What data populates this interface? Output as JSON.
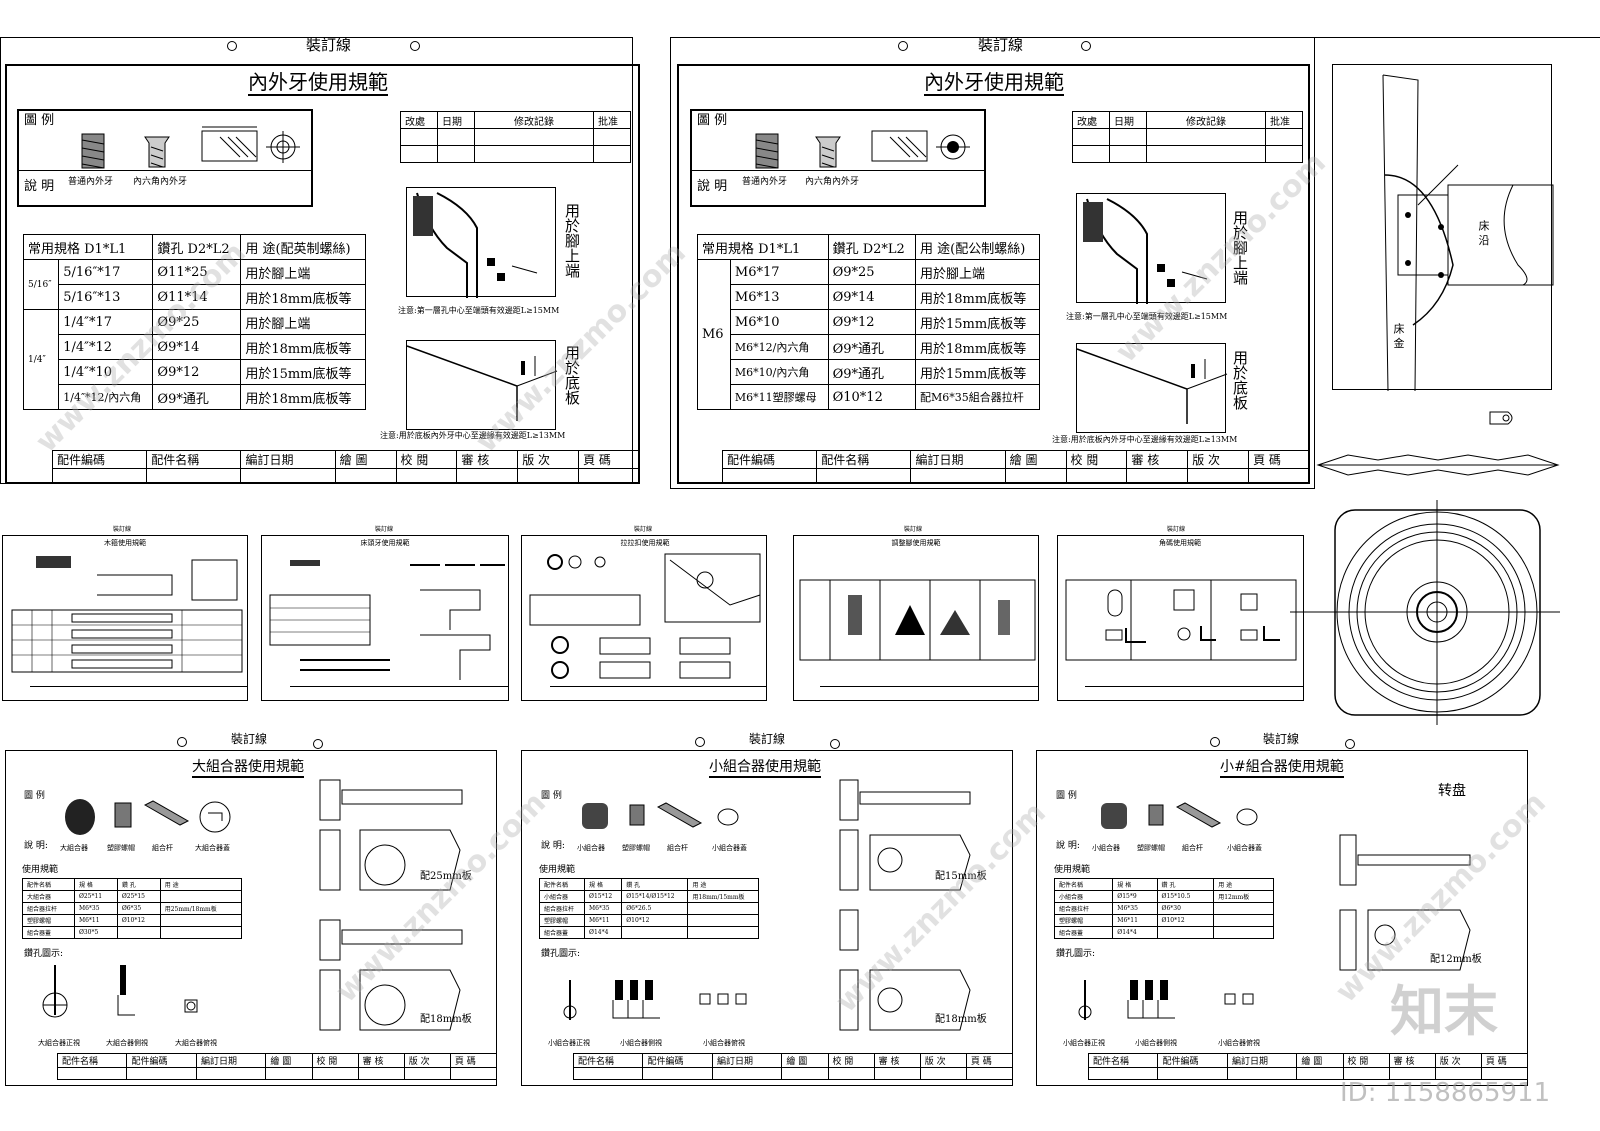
{
  "sheet1": {
    "binding_line": "裝訂線",
    "title": "內外牙使用規範",
    "legend_label": "圖 例",
    "desc_label": "說 明",
    "legend_item1": "普通內外牙",
    "legend_item2": "內六角內外牙",
    "rev_headers": [
      "改處",
      "日期",
      "修改記錄",
      "批准"
    ],
    "table_headers": [
      "常用規格 D1*L1",
      "鑽孔 D2*L2",
      "用 途(配英制螺絲)"
    ],
    "group1": "5/16″",
    "group2": "1/4″",
    "rows": [
      [
        "5/16″*17",
        "Ø11*25",
        "用於腳上端"
      ],
      [
        "5/16″*13",
        "Ø11*14",
        "用於18mm底板等"
      ],
      [
        "1/4″*17",
        "Ø9*25",
        "用於腳上端"
      ],
      [
        "1/4″*12",
        "Ø9*14",
        "用於18mm底板等"
      ],
      [
        "1/4″*10",
        "Ø9*12",
        "用於15mm底板等"
      ],
      [
        "1/4″*12/內六角",
        "Ø9*通孔",
        "用於18mm底板等"
      ]
    ],
    "side_label1": "用於腳上端",
    "side_label2": "用於底板",
    "note1": "注意:第一層孔中心至端頭有效邊距L≥15MM",
    "note2": "注意:用於底板內外牙中心至邊緣有效邊距L≥13MM",
    "footer": [
      "配件編碼",
      "配件名稱",
      "編訂日期",
      "繪 圖",
      "校 閱",
      "審 核",
      "版 次",
      "頁 碼"
    ]
  },
  "sheet2": {
    "binding_line": "裝訂線",
    "title": "內外牙使用規範",
    "legend_label": "圖 例",
    "desc_label": "說 明",
    "legend_item1": "普通內外牙",
    "legend_item2": "內六角內外牙",
    "rev_headers": [
      "改處",
      "日期",
      "修改記錄",
      "批准"
    ],
    "table_headers": [
      "常用規格 D1*L1",
      "鑽孔 D2*L2",
      "用 途(配公制螺絲)"
    ],
    "group": "M6",
    "rows": [
      [
        "M6*17",
        "Ø9*25",
        "用於腳上端"
      ],
      [
        "M6*13",
        "Ø9*14",
        "用於18mm底板等"
      ],
      [
        "M6*10",
        "Ø9*12",
        "用於15mm底板等"
      ],
      [
        "M6*12/內六角",
        "Ø9*通孔",
        "用於18mm底板等"
      ],
      [
        "M6*10/內六角",
        "Ø9*通孔",
        "用於15mm底板等"
      ],
      [
        "M6*11塑膠螺母",
        "Ø10*12",
        "配M6*35組合器拉杆"
      ]
    ],
    "side_label1": "用於腳上端",
    "side_label2": "用於底板",
    "note1": "注意:第一層孔中心至端頭有效邊距L≥15MM",
    "note2": "注意:用於底板內外牙中心至邊緣有效邊距L≥13MM",
    "footer": [
      "配件編碼",
      "配件名稱",
      "編訂日期",
      "繪 圖",
      "校 閱",
      "審 核",
      "版 次",
      "頁 碼"
    ]
  },
  "bed_detail": {
    "label_bed": "床 沿",
    "label_leg": "床 金"
  },
  "thumbs": {
    "t1_title": "木箍使用規範",
    "t2_title": "床頭牙使用規範",
    "t3_title": "拉拉扣使用規範",
    "t4_title": "調整腳使用規範",
    "t5_title": "角碼使用規範",
    "binding_line": "裝訂線"
  },
  "sheet3": {
    "binding_line": "裝訂線",
    "title": "大組合器使用規範",
    "legend_label": "圖 例",
    "desc_label": "說 明:",
    "items": [
      "大組合器",
      "塑膠螺帽",
      "組合杆",
      "大組合器蓋"
    ],
    "spec_label": "使用規範",
    "table_headers": [
      "配件名稱",
      "規 格",
      "鑽 孔",
      "用 途"
    ],
    "rows": [
      [
        "大組合器",
        "Ø25*11",
        "Ø25*15",
        ""
      ],
      [
        "組合器拉杆",
        "M6*35",
        "Ø6*35",
        "用25mm/18mm板"
      ],
      [
        "塑膠螺帽",
        "M6*11",
        "Ø10*12",
        ""
      ],
      [
        "組合器蓋",
        "Ø30*5",
        "",
        ""
      ]
    ],
    "drill_label": "鑽孔圖示:",
    "drill_items": [
      "大組合器正視",
      "大組合器側視",
      "大組合器俯視"
    ],
    "board_labels": [
      "配25mm板",
      "配18mm板"
    ],
    "footer": [
      "配件名稱",
      "配件編碼",
      "編訂日期",
      "繪 圖",
      "校 閱",
      "審 核",
      "版 次",
      "頁 碼"
    ]
  },
  "sheet4": {
    "binding_line": "裝訂線",
    "title": "小組合器使用規範",
    "legend_label": "圖 例",
    "desc_label": "說 明:",
    "items": [
      "小組合器",
      "塑膠螺帽",
      "組合杆",
      "小組合器蓋"
    ],
    "spec_label": "使用規範",
    "table_headers": [
      "配件名稱",
      "規 格",
      "鑽 孔",
      "用 途"
    ],
    "rows": [
      [
        "小組合器",
        "Ø15*12",
        "Ø15*14/Ø15*12",
        "用18mm/15mm板"
      ],
      [
        "組合器拉杆",
        "M6*35",
        "Ø6*26.5",
        ""
      ],
      [
        "塑膠螺帽",
        "M6*11",
        "Ø10*12",
        ""
      ],
      [
        "組合器蓋",
        "Ø14*4",
        "",
        ""
      ]
    ],
    "drill_label": "鑽孔圖示:",
    "drill_items": [
      "小組合器正視",
      "小組合器側視",
      "小組合器俯視"
    ],
    "board_labels": [
      "配15mm板",
      "配18mm板"
    ],
    "footer": [
      "配件名稱",
      "配件編碼",
      "編訂日期",
      "繪 圖",
      "校 閱",
      "審 核",
      "版 次",
      "頁 碼"
    ]
  },
  "sheet5": {
    "binding_line": "裝訂線",
    "title": "小#組合器使用規範",
    "extra": "转盘",
    "legend_label": "圖 例",
    "desc_label": "說 明:",
    "items": [
      "小組合器",
      "塑膠螺帽",
      "組合杆",
      "小組合器蓋"
    ],
    "spec_label": "使用規範",
    "table_headers": [
      "配件名稱",
      "規 格",
      "鑽 孔",
      "用 途"
    ],
    "rows": [
      [
        "小組合器",
        "Ø15*9",
        "Ø15*10.5",
        "用12mm板"
      ],
      [
        "組合器拉杆",
        "M6*35",
        "Ø6*30",
        ""
      ],
      [
        "塑膠螺帽",
        "M6*11",
        "Ø10*12",
        ""
      ],
      [
        "組合器蓋",
        "Ø14*4",
        "",
        ""
      ]
    ],
    "drill_label": "鑽孔圖示:",
    "drill_items": [
      "小組合器正視",
      "小組合器側視",
      "小組合器俯視"
    ],
    "board_labels": [
      "配12mm板"
    ],
    "footer": [
      "配件名稱",
      "配件編碼",
      "編訂日期",
      "繪 圖",
      "校 閱",
      "審 核",
      "版 次",
      "頁 碼"
    ]
  },
  "watermark": {
    "brand": "知末",
    "id": "ID: 1158865911",
    "site": "www.znzmo.com"
  }
}
